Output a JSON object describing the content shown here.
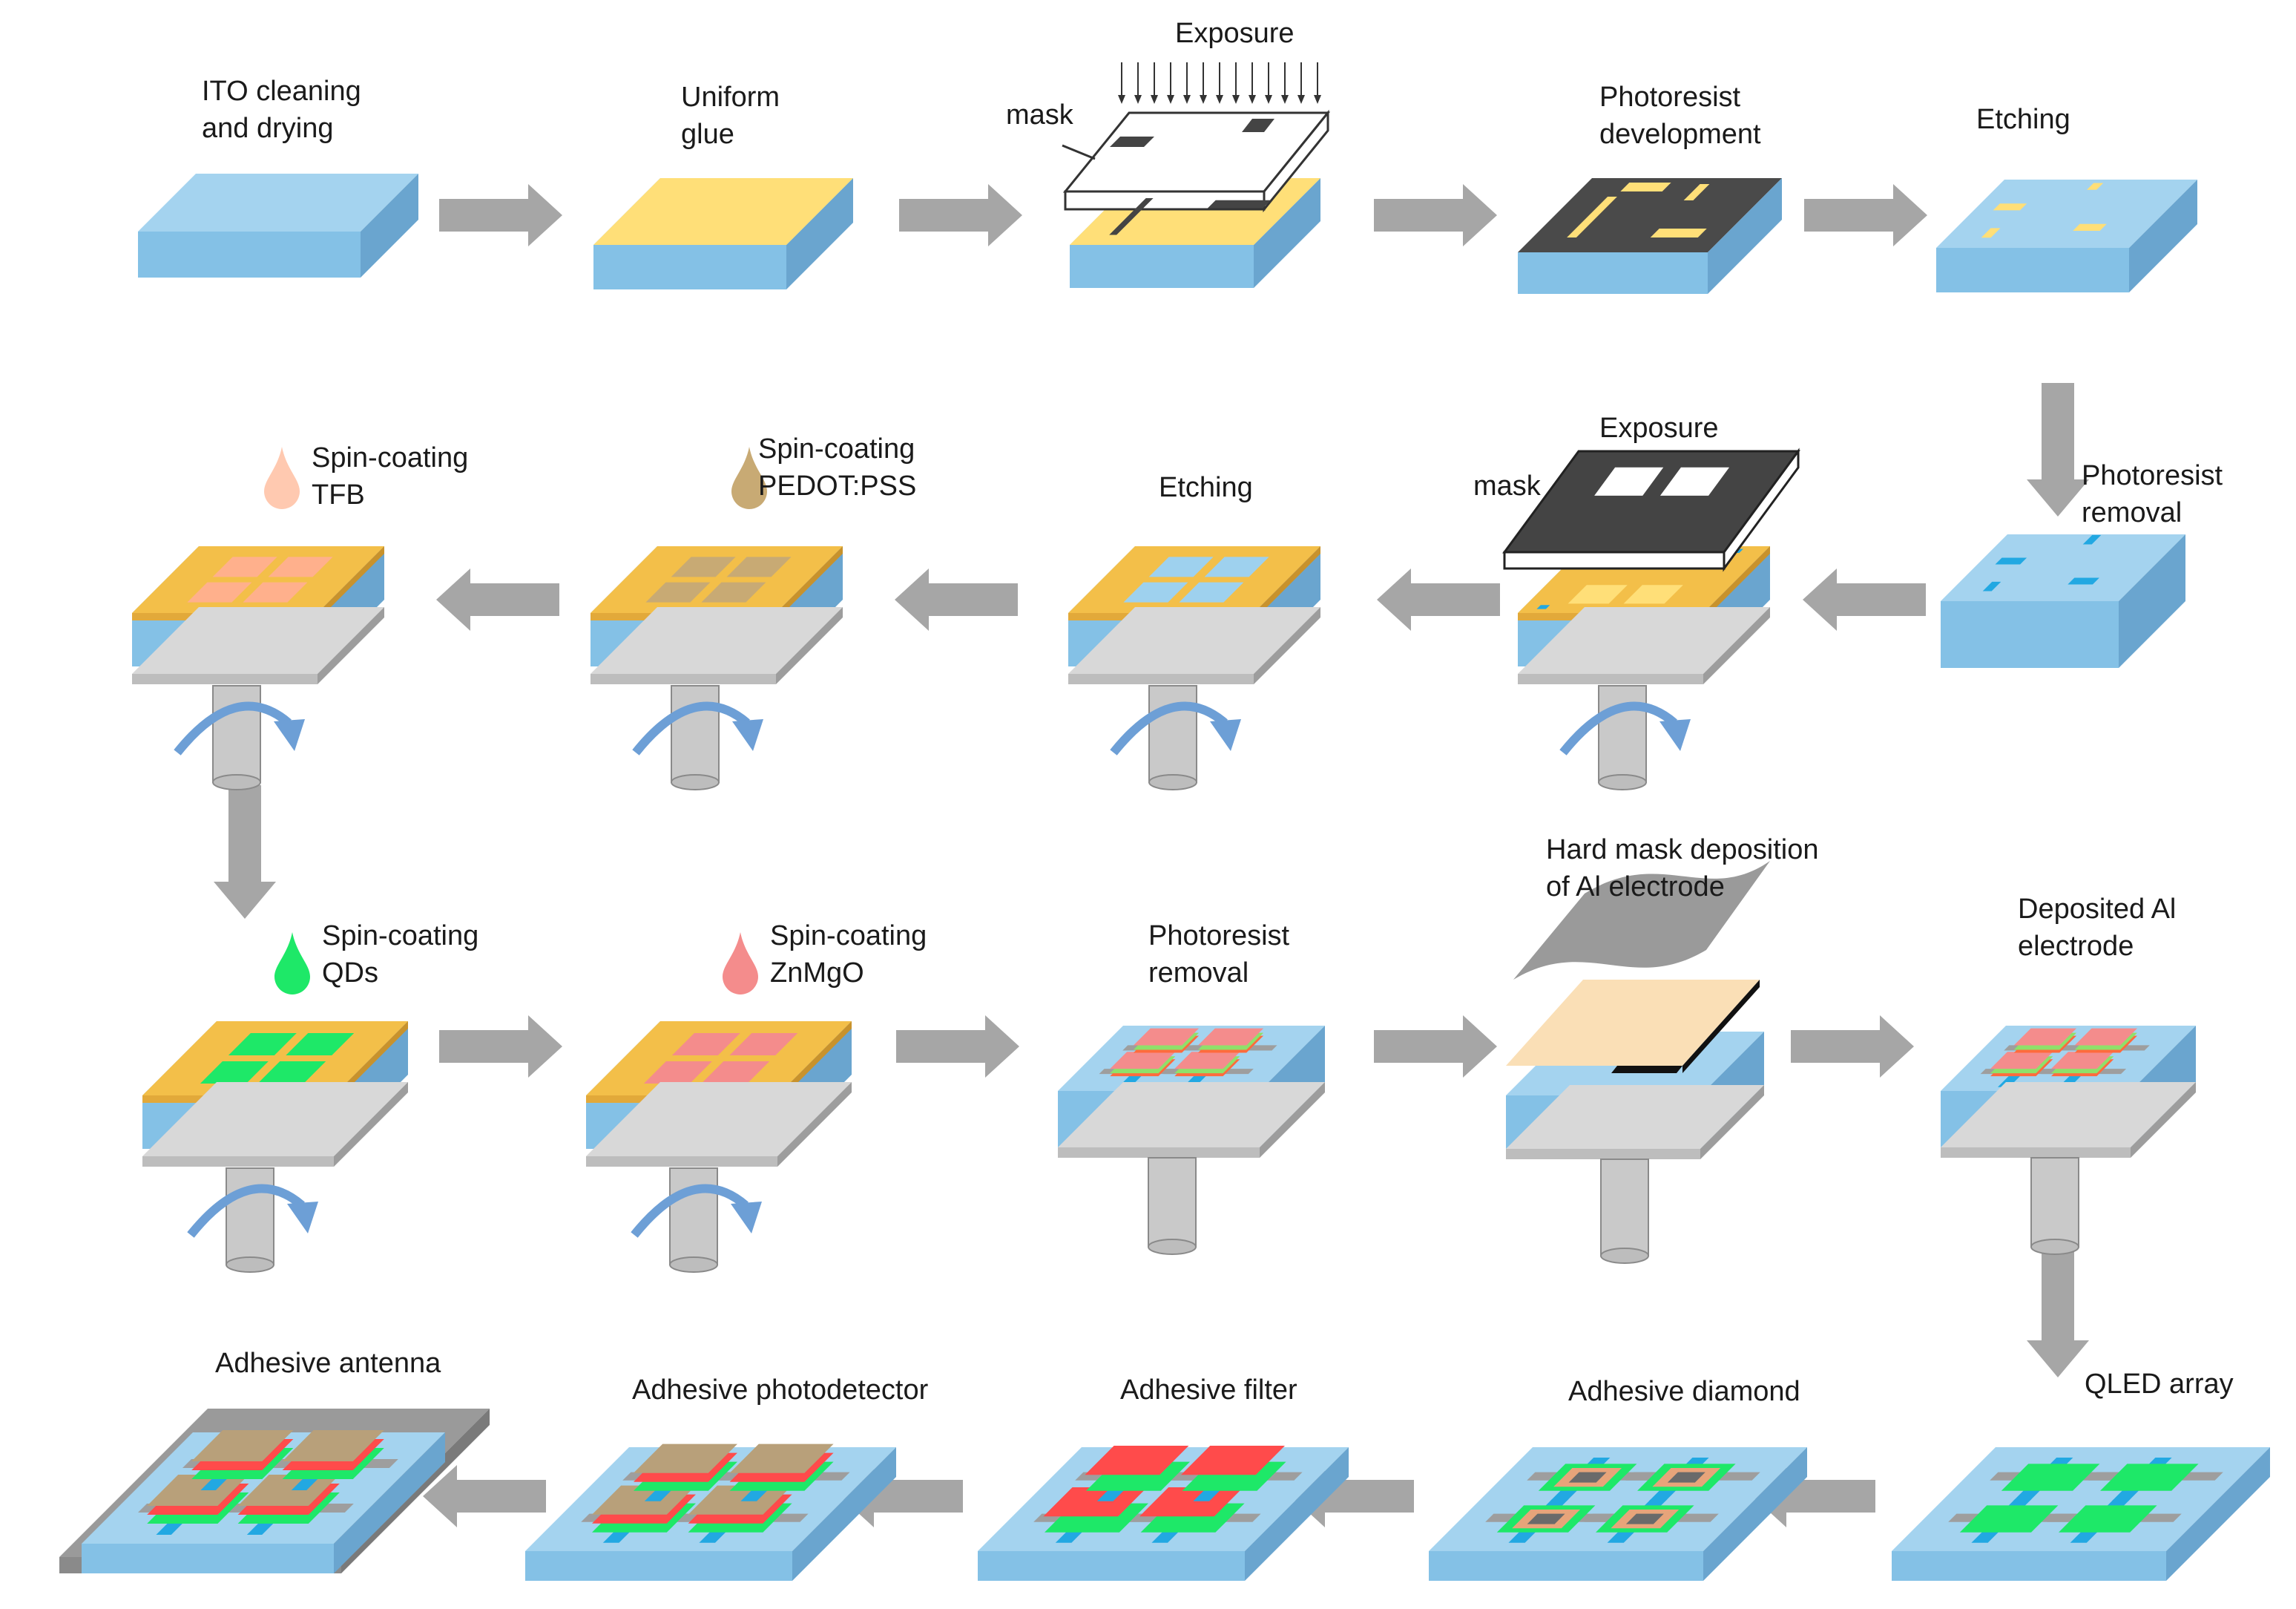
{
  "colors": {
    "ito_top": "#a4d3ef",
    "ito_side_front": "#84c1e6",
    "ito_side_right": "#6aa5cf",
    "glue": "#ffdf78",
    "resist_dark": "#444444",
    "gold_layer": "#f3bf49",
    "electrode_cyan": "#22a8e2",
    "arrow_gray": "#a6a6a6",
    "spin_arrow": "#6d9fd6",
    "pedot": "#c8aa74",
    "tfb": "#ffb08c",
    "qd_green": "#1ee868",
    "znmgo_pink": "#f48c8c",
    "al_gray": "#9a9a9a",
    "filter_red": "#ff4b4b",
    "photodetector_tan": "#b8a07a"
  },
  "icons": [
    "flow-arrow",
    "spin-arrow-icon",
    "droplet-icon",
    "exposure-arrows-icon"
  ],
  "steps": {
    "ito_cleaning": [
      "ITO cleaning",
      "and drying"
    ],
    "uniform_glue": [
      "Uniform",
      "glue"
    ],
    "exposure_1": [
      "Exposure"
    ],
    "mask_1": [
      "mask"
    ],
    "photoresist_development": [
      "Photoresist",
      "development"
    ],
    "etching_1": [
      "Etching"
    ],
    "photoresist_removal_1": [
      "Photoresist",
      "removal"
    ],
    "exposure_2": [
      "Exposure"
    ],
    "mask_2": [
      "mask"
    ],
    "etching_2": [
      "Etching"
    ],
    "spin_pedot": [
      "Spin-coating",
      "PEDOT:PSS"
    ],
    "spin_tfb": [
      "Spin-coating",
      "TFB"
    ],
    "spin_qds": [
      "Spin-coating",
      "QDs"
    ],
    "spin_znmgo": [
      "Spin-coating",
      "ZnMgO"
    ],
    "photoresist_removal_2": [
      "Photoresist",
      "removal"
    ],
    "hard_mask": [
      "Hard mask deposition",
      "of Al electrode"
    ],
    "deposited_al": [
      "Deposited Al",
      "electrode"
    ],
    "qled_array": [
      "QLED array"
    ],
    "adhesive_diamond": [
      "Adhesive diamond"
    ],
    "adhesive_filter": [
      "Adhesive filter"
    ],
    "adhesive_photodetector": [
      "Adhesive photodetector"
    ],
    "adhesive_antenna": [
      "Adhesive antenna"
    ]
  }
}
